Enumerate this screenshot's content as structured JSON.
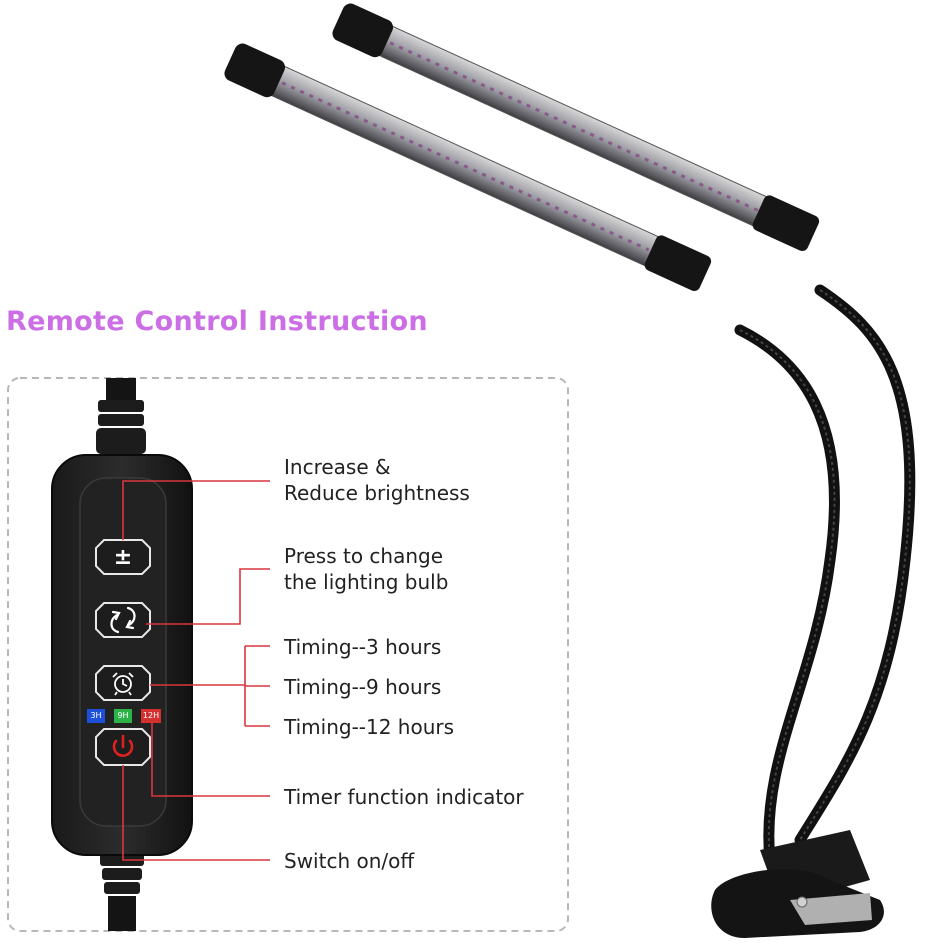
{
  "title": "Remote Control Instruction",
  "buttons": {
    "brightness_icon": "±",
    "switch_icon": "swap-arrows-icon",
    "timer_icon": "alarm-clock-icon",
    "power_icon": "power-icon"
  },
  "indicators": {
    "h3": "3H",
    "h9": "9H",
    "h12": "12H"
  },
  "labels": {
    "brightness_line1": "Increase &",
    "brightness_line2": "Reduce brightness",
    "bulb_line1": "Press to change",
    "bulb_line2": "the lighting bulb",
    "timing3": "Timing--3 hours",
    "timing9": "Timing--9 hours",
    "timing12": "Timing--12 hours",
    "indicator": "Timer function indicator",
    "switch": "Switch on/off"
  },
  "colors": {
    "title": "#cc6ee6",
    "callout_line": "#d9363e",
    "power": "#e02020",
    "indicator_3h": "#1e4fd8",
    "indicator_9h": "#2bb34a",
    "indicator_12h": "#d43030"
  }
}
